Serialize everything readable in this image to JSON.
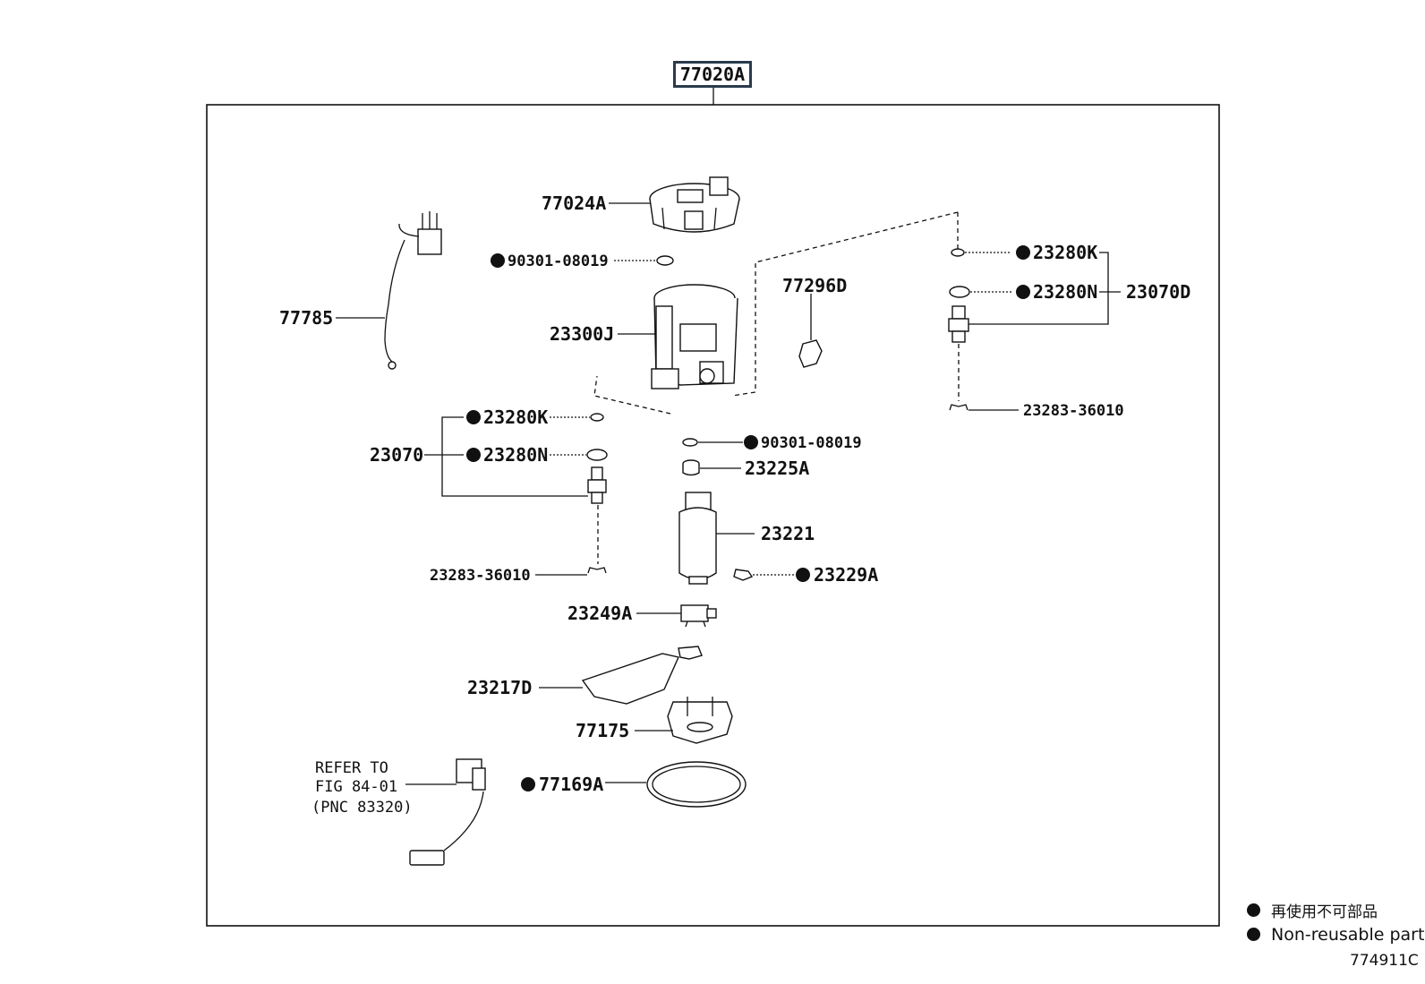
{
  "assembly": {
    "code": "77020A"
  },
  "parts": {
    "p77024A": "77024A",
    "p90301_top": "90301-08019",
    "p77785": "77785",
    "p23300J": "23300J",
    "p77296D": "77296D",
    "p23280K_right": "23280K",
    "p23280N_right": "23280N",
    "p23070D": "23070D",
    "p23283_right": "23283-36010",
    "p23280K_left": "23280K",
    "p23280N_left": "23280N",
    "p23070": "23070",
    "p23283_left": "23283-36010",
    "p90301_mid": "90301-08019",
    "p23225A": "23225A",
    "p23221": "23221",
    "p23229A": "23229A",
    "p23249A": "23249A",
    "p23217D": "23217D",
    "p77175": "77175",
    "p77169A": "77169A"
  },
  "reference": {
    "line1": "REFER TO",
    "line2": "FIG 84-01",
    "line3": "(PNC 83320)"
  },
  "legend": {
    "japanese": "再使用不可部品",
    "english": "Non-reusable part",
    "marker_color": "#111111"
  },
  "figure_code": "774911C"
}
